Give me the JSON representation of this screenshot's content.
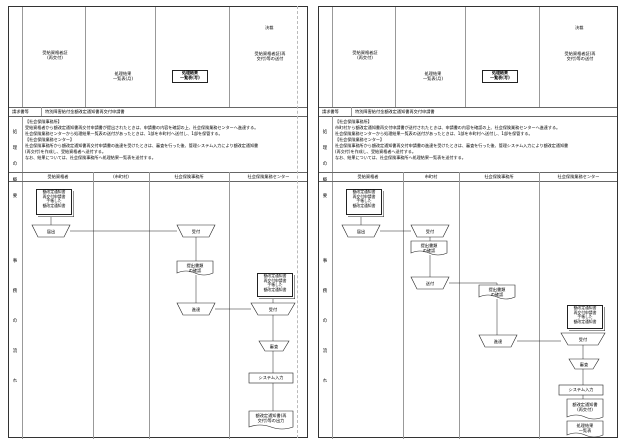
{
  "pages": [
    {
      "header_right": "決裁",
      "top_cells": [
        {
          "text": "受給資格者証\n(再交付)"
        },
        {
          "text": "処理結果\n一覧表(月)"
        },
        {
          "text": "処理結果\n一覧表(写)"
        },
        {
          "text": "受給資格者証(再\n交付)等の送付"
        }
      ],
      "request_label": "請求書等",
      "request_name": "特別障害給付金額改定通知書再交付申請書",
      "outline_label": "処理の概要",
      "outline_lines": [
        "【社会保険事務所】",
        "受給資格者から額改定通知書再交付申請書が提出されたときは、申請書の内容を確認の上、社会保険業務センターへ進達する。",
        "社会保険業務センターから処理結果一覧表の送付があったときは、1部を市町村へ送付し、1部を保管する。",
        "【社会保険業務センター】",
        "社会保険事務所から額改定通知書再交付申請書の進達を受けたときは、審査を行った後、管理システム入力により額改定通知書",
        "(再交付)を作成し、受給資格者へ送付する。",
        "なお、結果については、社会保険事務所へ処理結果一覧表を送付する。"
      ],
      "lanes": [
        "受給資格者",
        "(市町村)",
        "社会保険事務所",
        "社会保険業務センター"
      ],
      "flow_label": "事務の流れ",
      "nodes": {
        "docs1": [
          "額改定通知書",
          "再交付申請書",
          "手帳した",
          "額改定通知書"
        ],
        "submit": "届出",
        "receive": "受付",
        "check": "提出書類\nの確認",
        "forward": "進達",
        "docs2": [
          "額改定通知書",
          "再交付申請書",
          "手帳した",
          "額改定通知書"
        ],
        "receive2": "受付",
        "review": "審査",
        "input": "システム入力",
        "output": "額改定通知書(再\n交付)等の出力"
      }
    },
    {
      "header_right": "決裁",
      "top_cells": [
        {
          "text": "受給資格者証\n(再交付)"
        },
        {
          "text": "処理結果\n一覧表(月)"
        },
        {
          "text": "処理結果\n一覧表(写)"
        },
        {
          "text": "受給資格者証(再\n交付)等の送付"
        }
      ],
      "request_label": "請求書等",
      "request_name": "特別障害給付金額改定通知書再交付申請書",
      "outline_label": "処理の概要",
      "outline_lines": [
        "【社会保険事務所】",
        "市町村から額改定通知書再交付申請書が送付されたときは、申請書の内容を確認の上、社会保険業務センターへ進達する。",
        "社会保険業務センターから処理結果一覧表の送付があったときは、1部を市町村へ送付し、1部を保管する。",
        "【社会保険業務センター】",
        "社会保険事務所から額改定通知書再交付申請書の進達を受けたときは、審査を行った後、管理システム入力により額改定通知書",
        "(再交付)を作成し、受給資格者へ送付する。",
        "なお、結果については、社会保険事務所へ処理結果一覧表を送付する。"
      ],
      "lanes": [
        "受給資格者",
        "市町村",
        "社会保険事務所",
        "社会保険業務センター"
      ],
      "flow_label": "事務の流れ",
      "nodes": {
        "docs1": [
          "額改定通知書",
          "再交付申請書",
          "手帳した",
          "額改定通知書"
        ],
        "submit": "届出",
        "receive_city": "受付",
        "check_city": "提出書類\nの確認",
        "send_city": "送付",
        "check": "提出書類\nの確認",
        "forward": "進達",
        "docs2": [
          "額改定通知書",
          "再交付申請書",
          "手帳した",
          "額改定通知書"
        ],
        "receive2": "受付",
        "review": "審査",
        "input": "システム入力",
        "output": "額改定通知書\n(再交付)",
        "result": "処理結果\n一覧表"
      }
    }
  ]
}
